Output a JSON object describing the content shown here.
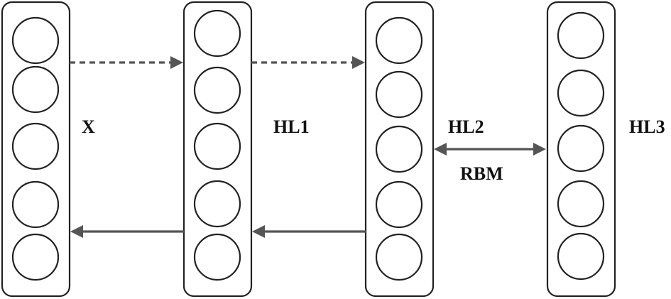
{
  "diagram": {
    "layers": [
      {
        "label": "X",
        "neurons": 5
      },
      {
        "label": "HL1",
        "neurons": 5
      },
      {
        "label": "HL2",
        "neurons": 5
      },
      {
        "label": "HL3",
        "neurons": 5
      }
    ],
    "connections": [
      {
        "from": "X",
        "to": "HL1",
        "style": "dashed",
        "direction": "forward"
      },
      {
        "from": "HL1",
        "to": "HL2",
        "style": "dashed",
        "direction": "forward"
      },
      {
        "from": "HL2",
        "to": "HL3",
        "style": "solid",
        "direction": "bidirectional",
        "label": "RBM"
      },
      {
        "from": "HL1",
        "to": "X",
        "style": "solid",
        "direction": "forward"
      },
      {
        "from": "HL2",
        "to": "HL1",
        "style": "solid",
        "direction": "forward"
      }
    ],
    "colors": {
      "stroke": "#222222",
      "arrow": "#555555",
      "text": "#111111",
      "background": "#ffffff"
    }
  }
}
